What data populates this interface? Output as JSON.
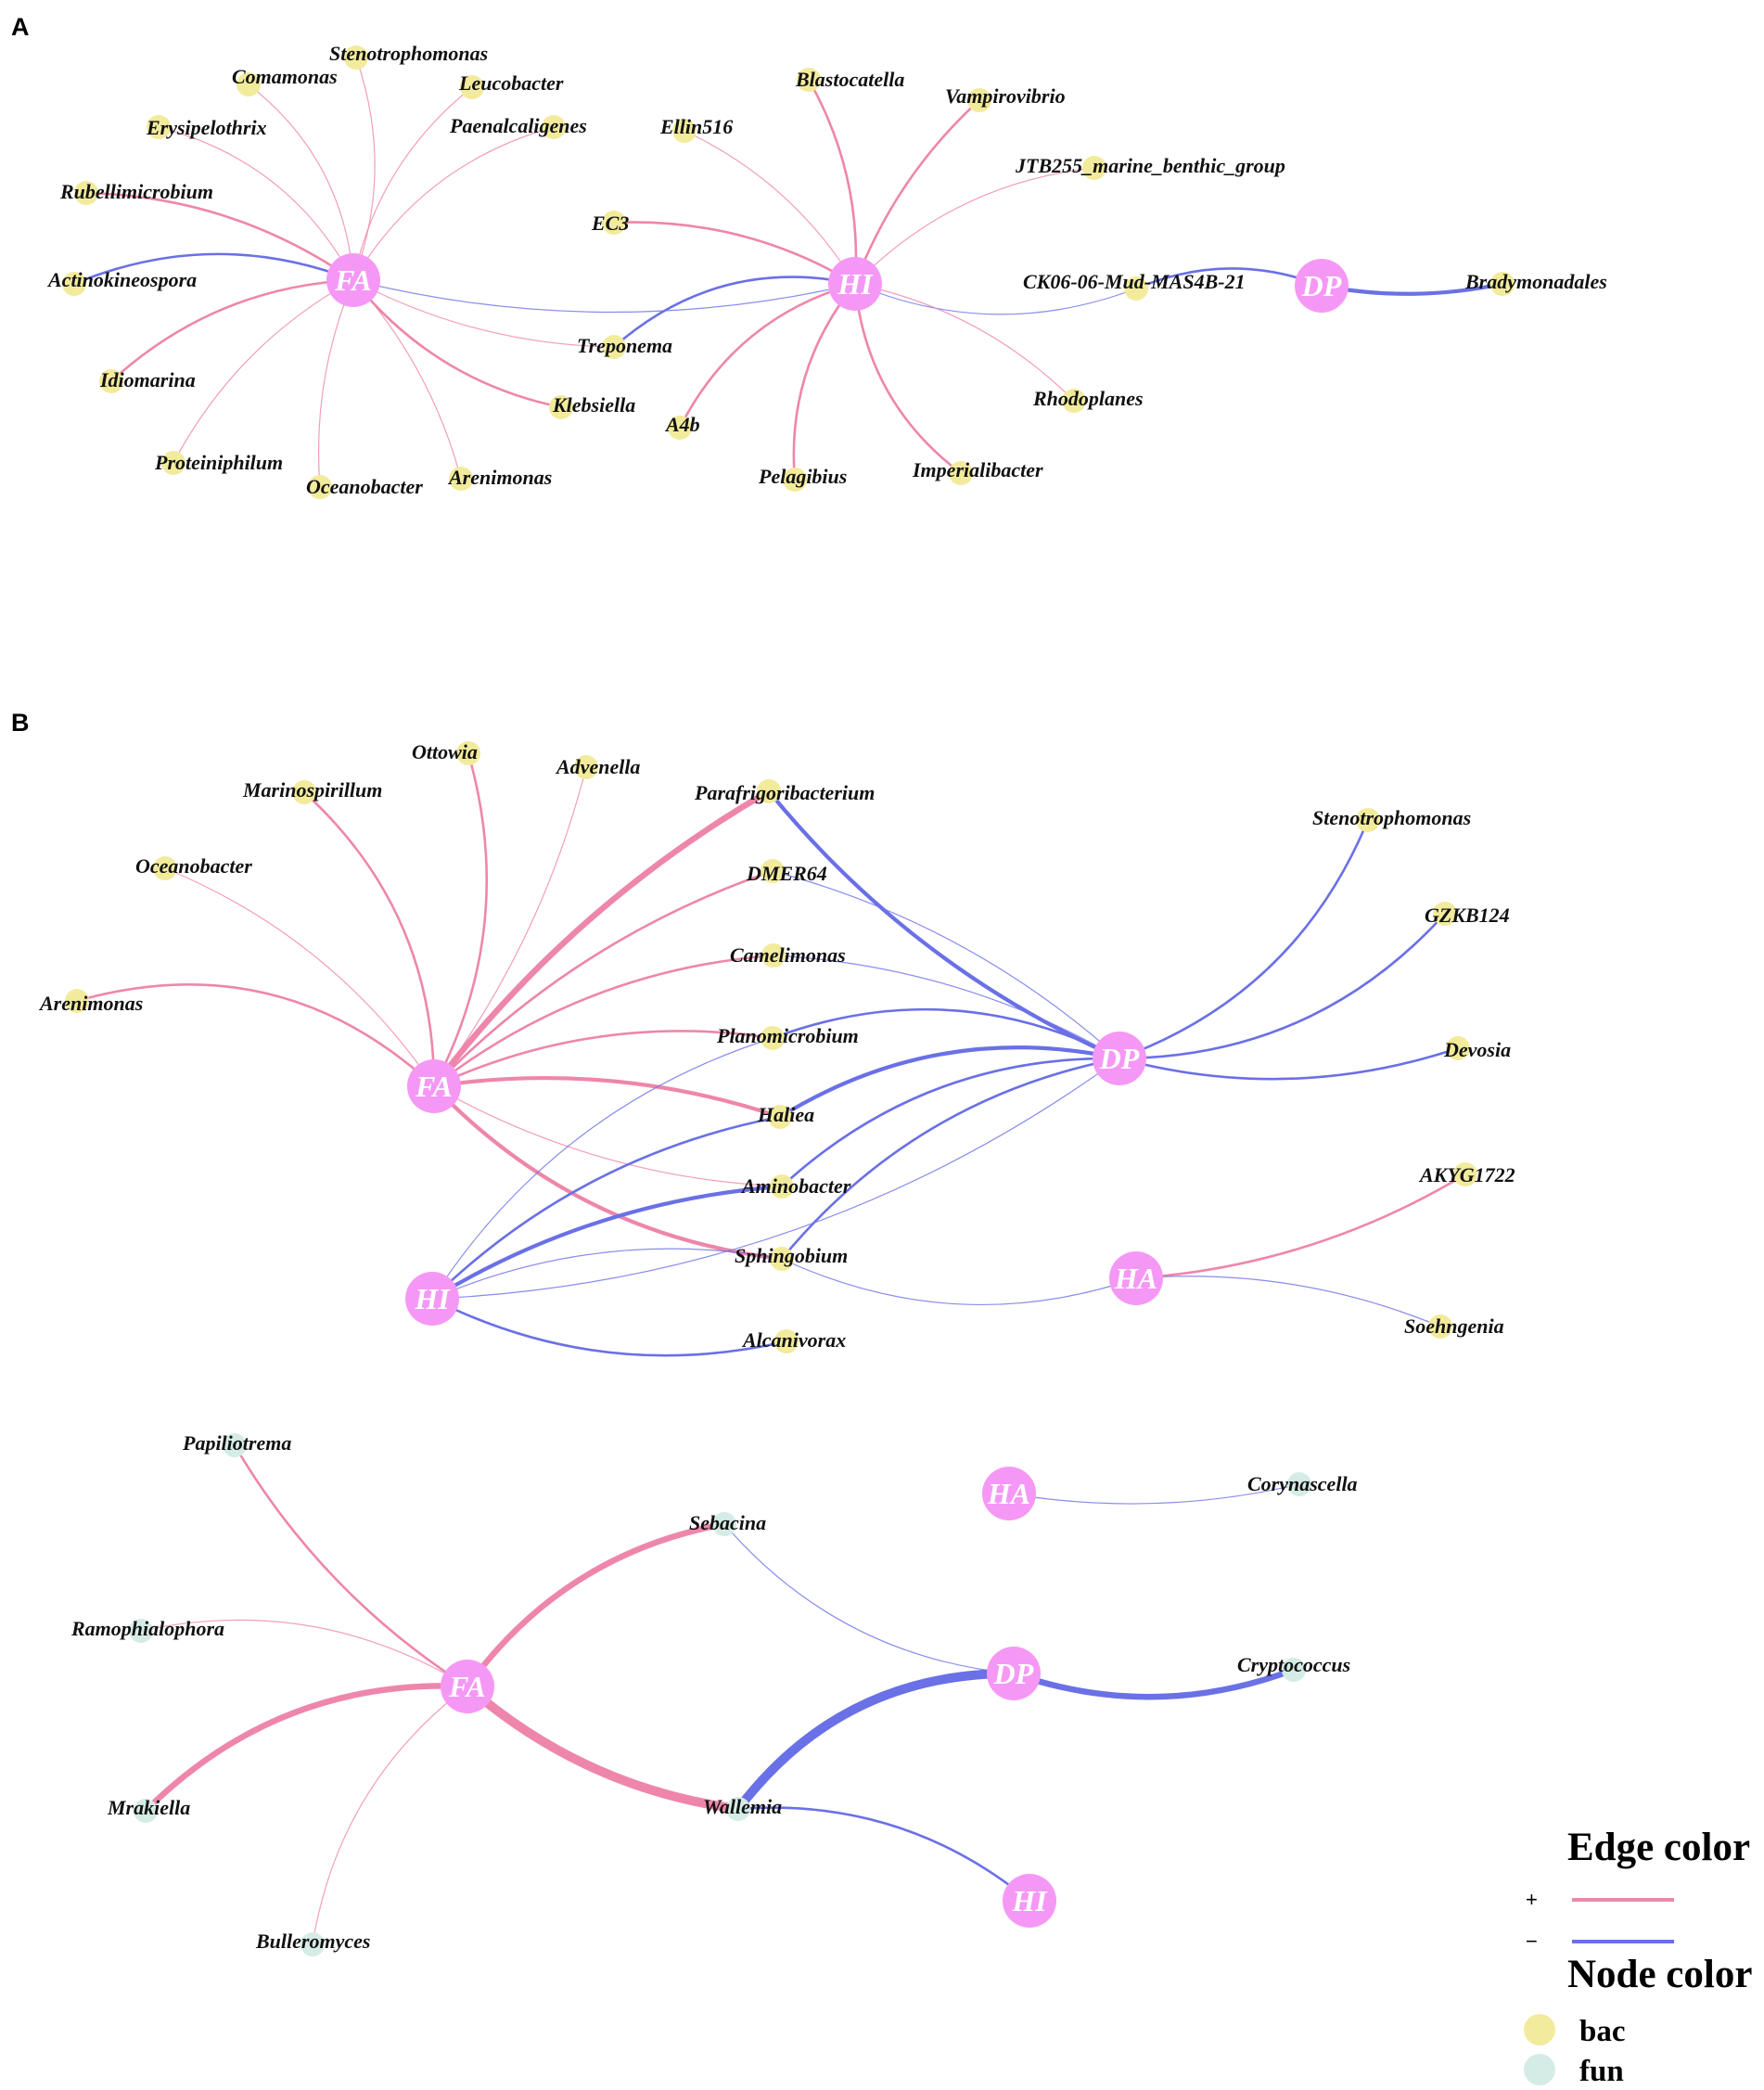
{
  "colors": {
    "positive_edge": "#ee86ab",
    "negative_edge": "#6a70e6",
    "hub_node": "#f598f5",
    "bac_node": "#f2eb9c",
    "fun_node": "#d5ece6"
  },
  "panels": [
    {
      "id": "A",
      "label": "A"
    },
    {
      "id": "B",
      "label": "B"
    }
  ],
  "hubs": [
    {
      "id": "A_FA",
      "label": "FA"
    },
    {
      "id": "A_HI",
      "label": "HI"
    },
    {
      "id": "A_DP",
      "label": "DP"
    },
    {
      "id": "B1_FA",
      "label": "FA"
    },
    {
      "id": "B1_DP",
      "label": "DP"
    },
    {
      "id": "B1_HI",
      "label": "HI"
    },
    {
      "id": "B1_HA",
      "label": "HA"
    },
    {
      "id": "B2_FA",
      "label": "FA"
    },
    {
      "id": "B2_HA",
      "label": "HA"
    },
    {
      "id": "B2_DP",
      "label": "DP"
    },
    {
      "id": "B2_HI",
      "label": "HI"
    }
  ],
  "taxa": [
    {
      "id": "a1",
      "label": "Stenotrophomonas",
      "type": "bac"
    },
    {
      "id": "a2",
      "label": "Comamonas",
      "type": "bac"
    },
    {
      "id": "a3",
      "label": "Leucobacter",
      "type": "bac"
    },
    {
      "id": "a4",
      "label": "Erysipelothrix",
      "type": "bac"
    },
    {
      "id": "a5",
      "label": "Paenalcaligenes",
      "type": "bac"
    },
    {
      "id": "a6",
      "label": "Rubellimicrobium",
      "type": "bac"
    },
    {
      "id": "a7",
      "label": "Actinokineospora",
      "type": "bac"
    },
    {
      "id": "a8",
      "label": "Idiomarina",
      "type": "bac"
    },
    {
      "id": "a9",
      "label": "Proteiniphilum",
      "type": "bac"
    },
    {
      "id": "a10",
      "label": "Oceanobacter",
      "type": "bac"
    },
    {
      "id": "a11",
      "label": "Arenimonas",
      "type": "bac"
    },
    {
      "id": "a12",
      "label": "Klebsiella",
      "type": "bac"
    },
    {
      "id": "a13",
      "label": "EC3",
      "type": "bac"
    },
    {
      "id": "a14",
      "label": "Treponema",
      "type": "bac"
    },
    {
      "id": "a15",
      "label": "Blastocatella",
      "type": "bac"
    },
    {
      "id": "a16",
      "label": "Vampirovibrio",
      "type": "bac"
    },
    {
      "id": "a17",
      "label": "Ellin516",
      "type": "bac"
    },
    {
      "id": "a18",
      "label": "JTB255_marine_benthic_group",
      "type": "bac"
    },
    {
      "id": "a19",
      "label": "CK06-06-Mud-MAS4B-21",
      "type": "bac"
    },
    {
      "id": "a20",
      "label": "Bradymonadales",
      "type": "bac"
    },
    {
      "id": "a21",
      "label": "Rhodoplanes",
      "type": "bac"
    },
    {
      "id": "a22",
      "label": "A4b",
      "type": "bac"
    },
    {
      "id": "a23",
      "label": "Pelagibius",
      "type": "bac"
    },
    {
      "id": "a24",
      "label": "Imperialibacter",
      "type": "bac"
    },
    {
      "id": "b1",
      "label": "Ottowia",
      "type": "bac"
    },
    {
      "id": "b2",
      "label": "Advenella",
      "type": "bac"
    },
    {
      "id": "b3",
      "label": "Marinospirillum",
      "type": "bac"
    },
    {
      "id": "b4",
      "label": "Parafrigoribacterium",
      "type": "bac"
    },
    {
      "id": "b5",
      "label": "Oceanobacter",
      "type": "bac"
    },
    {
      "id": "b6",
      "label": "DMER64",
      "type": "bac"
    },
    {
      "id": "b7",
      "label": "Camelimonas",
      "type": "bac"
    },
    {
      "id": "b8",
      "label": "Arenimonas",
      "type": "bac"
    },
    {
      "id": "b9",
      "label": "Planomicrobium",
      "type": "bac"
    },
    {
      "id": "b10",
      "label": "Haliea",
      "type": "bac"
    },
    {
      "id": "b11",
      "label": "Aminobacter",
      "type": "bac"
    },
    {
      "id": "b12",
      "label": "Sphingobium",
      "type": "bac"
    },
    {
      "id": "b13",
      "label": "Alcanivorax",
      "type": "bac"
    },
    {
      "id": "b14",
      "label": "Stenotrophomonas",
      "type": "bac"
    },
    {
      "id": "b15",
      "label": "GZKB124",
      "type": "bac"
    },
    {
      "id": "b16",
      "label": "Devosia",
      "type": "bac"
    },
    {
      "id": "b17",
      "label": "AKYG1722",
      "type": "bac"
    },
    {
      "id": "b18",
      "label": "Soehngenia",
      "type": "bac"
    },
    {
      "id": "f1",
      "label": "Papiliotrema",
      "type": "fun"
    },
    {
      "id": "f2",
      "label": "Sebacina",
      "type": "fun"
    },
    {
      "id": "f3",
      "label": "Corynascella",
      "type": "fun"
    },
    {
      "id": "f4",
      "label": "Ramophialophora",
      "type": "fun"
    },
    {
      "id": "f5",
      "label": "Cryptococcus",
      "type": "fun"
    },
    {
      "id": "f6",
      "label": "Mrakiella",
      "type": "fun"
    },
    {
      "id": "f7",
      "label": "Wallemia",
      "type": "fun"
    },
    {
      "id": "f8",
      "label": "Bulleromyces",
      "type": "fun"
    }
  ],
  "edges": [
    {
      "from": "A_FA",
      "to": "a1",
      "sign": "+",
      "weight": 1
    },
    {
      "from": "A_FA",
      "to": "a2",
      "sign": "+",
      "weight": 1
    },
    {
      "from": "A_FA",
      "to": "a3",
      "sign": "+",
      "weight": 1
    },
    {
      "from": "A_FA",
      "to": "a4",
      "sign": "+",
      "weight": 1
    },
    {
      "from": "A_FA",
      "to": "a5",
      "sign": "+",
      "weight": 1
    },
    {
      "from": "A_FA",
      "to": "a6",
      "sign": "+",
      "weight": 2
    },
    {
      "from": "A_FA",
      "to": "a7",
      "sign": "-",
      "weight": 2
    },
    {
      "from": "A_FA",
      "to": "a8",
      "sign": "+",
      "weight": 2
    },
    {
      "from": "A_FA",
      "to": "a9",
      "sign": "+",
      "weight": 1
    },
    {
      "from": "A_FA",
      "to": "a10",
      "sign": "+",
      "weight": 1
    },
    {
      "from": "A_FA",
      "to": "a11",
      "sign": "+",
      "weight": 1
    },
    {
      "from": "A_FA",
      "to": "a12",
      "sign": "+",
      "weight": 2
    },
    {
      "from": "A_FA",
      "to": "a14",
      "sign": "+",
      "weight": 1
    },
    {
      "from": "A_FA",
      "to": "A_HI",
      "sign": "-",
      "weight": 1
    },
    {
      "from": "A_HI",
      "to": "a13",
      "sign": "+",
      "weight": 2
    },
    {
      "from": "A_HI",
      "to": "a14",
      "sign": "-",
      "weight": 2
    },
    {
      "from": "A_HI",
      "to": "a15",
      "sign": "+",
      "weight": 2
    },
    {
      "from": "A_HI",
      "to": "a16",
      "sign": "+",
      "weight": 2
    },
    {
      "from": "A_HI",
      "to": "a17",
      "sign": "+",
      "weight": 1
    },
    {
      "from": "A_HI",
      "to": "a18",
      "sign": "+",
      "weight": 1
    },
    {
      "from": "A_HI",
      "to": "a19",
      "sign": "-",
      "weight": 1
    },
    {
      "from": "A_HI",
      "to": "a21",
      "sign": "+",
      "weight": 1
    },
    {
      "from": "A_HI",
      "to": "a22",
      "sign": "+",
      "weight": 2
    },
    {
      "from": "A_HI",
      "to": "a23",
      "sign": "+",
      "weight": 2
    },
    {
      "from": "A_HI",
      "to": "a24",
      "sign": "+",
      "weight": 2
    },
    {
      "from": "A_DP",
      "to": "a19",
      "sign": "-",
      "weight": 2
    },
    {
      "from": "A_DP",
      "to": "a20",
      "sign": "-",
      "weight": 3
    },
    {
      "from": "B1_FA",
      "to": "b1",
      "sign": "+",
      "weight": 2
    },
    {
      "from": "B1_FA",
      "to": "b2",
      "sign": "+",
      "weight": 1
    },
    {
      "from": "B1_FA",
      "to": "b3",
      "sign": "+",
      "weight": 2
    },
    {
      "from": "B1_FA",
      "to": "b4",
      "sign": "+",
      "weight": 4
    },
    {
      "from": "B1_FA",
      "to": "b5",
      "sign": "+",
      "weight": 1
    },
    {
      "from": "B1_FA",
      "to": "b6",
      "sign": "+",
      "weight": 2
    },
    {
      "from": "B1_FA",
      "to": "b7",
      "sign": "+",
      "weight": 2
    },
    {
      "from": "B1_FA",
      "to": "b8",
      "sign": "+",
      "weight": 2
    },
    {
      "from": "B1_FA",
      "to": "b9",
      "sign": "+",
      "weight": 2
    },
    {
      "from": "B1_FA",
      "to": "b10",
      "sign": "+",
      "weight": 3
    },
    {
      "from": "B1_FA",
      "to": "b11",
      "sign": "+",
      "weight": 1
    },
    {
      "from": "B1_FA",
      "to": "b12",
      "sign": "+",
      "weight": 3
    },
    {
      "from": "B1_DP",
      "to": "b4",
      "sign": "-",
      "weight": 3
    },
    {
      "from": "B1_DP",
      "to": "b6",
      "sign": "-",
      "weight": 1
    },
    {
      "from": "B1_DP",
      "to": "b7",
      "sign": "-",
      "weight": 1
    },
    {
      "from": "B1_DP",
      "to": "b9",
      "sign": "-",
      "weight": 2
    },
    {
      "from": "B1_DP",
      "to": "b10",
      "sign": "-",
      "weight": 3
    },
    {
      "from": "B1_DP",
      "to": "b11",
      "sign": "-",
      "weight": 2
    },
    {
      "from": "B1_DP",
      "to": "b12",
      "sign": "-",
      "weight": 2
    },
    {
      "from": "B1_DP",
      "to": "b14",
      "sign": "-",
      "weight": 2
    },
    {
      "from": "B1_DP",
      "to": "b15",
      "sign": "-",
      "weight": 2
    },
    {
      "from": "B1_DP",
      "to": "b16",
      "sign": "-",
      "weight": 2
    },
    {
      "from": "B1_DP",
      "to": "B1_HI",
      "sign": "-",
      "weight": 1
    },
    {
      "from": "B1_HI",
      "to": "b9",
      "sign": "-",
      "weight": 1
    },
    {
      "from": "B1_HI",
      "to": "b10",
      "sign": "-",
      "weight": 2
    },
    {
      "from": "B1_HI",
      "to": "b11",
      "sign": "-",
      "weight": 3
    },
    {
      "from": "B1_HI",
      "to": "b12",
      "sign": "-",
      "weight": 1
    },
    {
      "from": "B1_HI",
      "to": "b13",
      "sign": "-",
      "weight": 2
    },
    {
      "from": "B1_HA",
      "to": "b12",
      "sign": "-",
      "weight": 1
    },
    {
      "from": "B1_HA",
      "to": "b17",
      "sign": "+",
      "weight": 2
    },
    {
      "from": "B1_HA",
      "to": "b18",
      "sign": "-",
      "weight": 1
    },
    {
      "from": "B2_FA",
      "to": "f1",
      "sign": "+",
      "weight": 2
    },
    {
      "from": "B2_FA",
      "to": "f2",
      "sign": "+",
      "weight": 4
    },
    {
      "from": "B2_FA",
      "to": "f4",
      "sign": "+",
      "weight": 1
    },
    {
      "from": "B2_FA",
      "to": "f6",
      "sign": "+",
      "weight": 4
    },
    {
      "from": "B2_FA",
      "to": "f7",
      "sign": "+",
      "weight": 6
    },
    {
      "from": "B2_FA",
      "to": "f8",
      "sign": "+",
      "weight": 1
    },
    {
      "from": "B2_HA",
      "to": "f3",
      "sign": "-",
      "weight": 1
    },
    {
      "from": "B2_DP",
      "to": "f2",
      "sign": "-",
      "weight": 1
    },
    {
      "from": "B2_DP",
      "to": "f5",
      "sign": "-",
      "weight": 4
    },
    {
      "from": "B2_DP",
      "to": "f7",
      "sign": "-",
      "weight": 6
    },
    {
      "from": "B2_HI",
      "to": "f7",
      "sign": "-",
      "weight": 2
    }
  ],
  "legend": {
    "edge_title": "Edge color",
    "edge_items": [
      {
        "sign": "+",
        "color": "#ee86ab"
      },
      {
        "sign": "−",
        "color": "#6a70e6"
      }
    ],
    "node_title": "Node color",
    "node_items": [
      {
        "label": "bac",
        "color": "#f2eb9c"
      },
      {
        "label": "fun",
        "color": "#d5ece6"
      }
    ]
  }
}
